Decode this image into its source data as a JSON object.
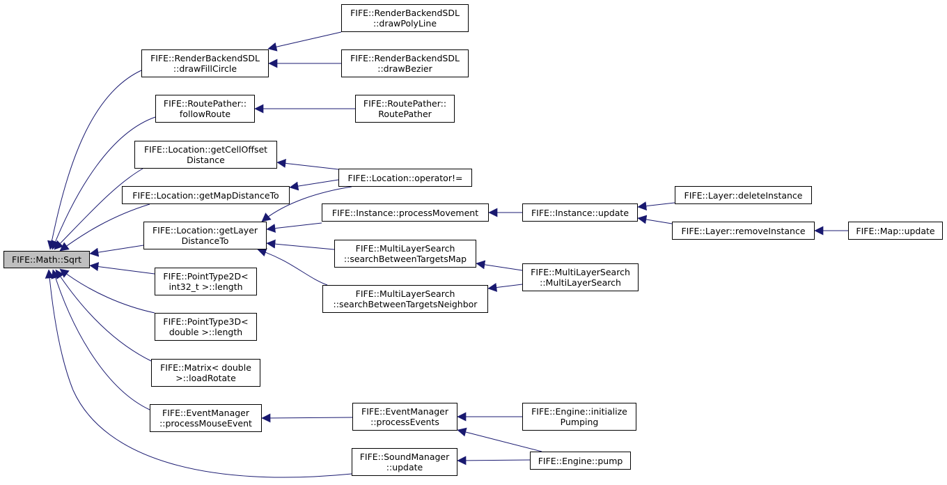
{
  "colors": {
    "edge": "#191970",
    "root_fill": "#bfbfbf",
    "node_border": "#000000"
  },
  "nodes": {
    "root": {
      "lines": [
        "FIFE::Math::Sqrt"
      ]
    },
    "drawFillCircle": {
      "lines": [
        "FIFE::RenderBackendSDL",
        "::drawFillCircle"
      ]
    },
    "followRoute": {
      "lines": [
        "FIFE::RoutePather::",
        "followRoute"
      ]
    },
    "getCellOffsetDistance": {
      "lines": [
        "FIFE::Location::getCellOffset",
        "Distance"
      ]
    },
    "getMapDistanceTo": {
      "lines": [
        "FIFE::Location::getMapDistanceTo"
      ]
    },
    "getLayerDistanceTo": {
      "lines": [
        "FIFE::Location::getLayer",
        "DistanceTo"
      ]
    },
    "pointLength": {
      "lines": [
        "FIFE::PointType2D<",
        "int32_t >::length"
      ]
    },
    "point3dLength": {
      "lines": [
        "FIFE::PointType3D<",
        "double >::length"
      ]
    },
    "loadRotate": {
      "lines": [
        "FIFE::Matrix< double",
        ">::loadRotate"
      ]
    },
    "processMouseEvent": {
      "lines": [
        "FIFE::EventManager",
        "::processMouseEvent"
      ]
    },
    "soundUpdate": {
      "lines": [
        "FIFE::SoundManager",
        "::update"
      ]
    },
    "drawPolyLine": {
      "lines": [
        "FIFE::RenderBackendSDL",
        "::drawPolyLine"
      ]
    },
    "drawBezier": {
      "lines": [
        "FIFE::RenderBackendSDL",
        "::drawBezier"
      ]
    },
    "routePather": {
      "lines": [
        "FIFE::RoutePather::",
        "RoutePather"
      ]
    },
    "operatorNe": {
      "lines": [
        "FIFE::Location::operator!="
      ]
    },
    "processMovement": {
      "lines": [
        "FIFE::Instance::processMovement"
      ]
    },
    "searchMap": {
      "lines": [
        "FIFE::MultiLayerSearch",
        "::searchBetweenTargetsMap"
      ]
    },
    "searchNeighbor": {
      "lines": [
        "FIFE::MultiLayerSearch",
        "::searchBetweenTargetsNeighbor"
      ]
    },
    "processEvents": {
      "lines": [
        "FIFE::EventManager",
        "::processEvents"
      ]
    },
    "instanceUpdate": {
      "lines": [
        "FIFE::Instance::update"
      ]
    },
    "mlsCtor": {
      "lines": [
        "FIFE::MultiLayerSearch",
        "::MultiLayerSearch"
      ]
    },
    "initPumping": {
      "lines": [
        "FIFE::Engine::initialize",
        "Pumping"
      ]
    },
    "pump": {
      "lines": [
        "FIFE::Engine::pump"
      ]
    },
    "deleteInstance": {
      "lines": [
        "FIFE::Layer::deleteInstance"
      ]
    },
    "removeInstance": {
      "lines": [
        "FIFE::Layer::removeInstance"
      ]
    },
    "mapUpdate": {
      "lines": [
        "FIFE::Map::update"
      ]
    }
  }
}
